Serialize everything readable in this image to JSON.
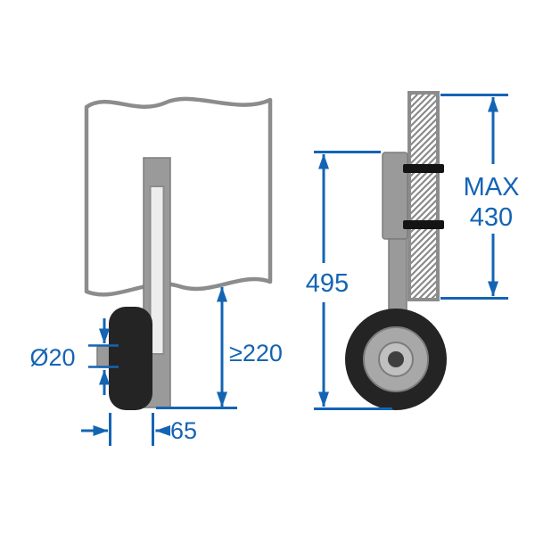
{
  "colors": {
    "dim": "#1464b4",
    "outline": "#8c8c8c",
    "metal": "#9a9a9a",
    "metal-edge": "#7c7c7c",
    "slot": "#ededed",
    "dark": "#242424",
    "bolt": "#141414",
    "rim": "#a8a8a8",
    "rim-inner": "#c0c0c0",
    "hub": "#3f3f3f",
    "hatch": "#8a8a8a",
    "bg": "#ffffff"
  },
  "front_view": {
    "diameter_label": "Ø20",
    "clearance_label": "≥220",
    "width_label": "65"
  },
  "side_view": {
    "height_label": "495",
    "max_label_line1": "MAX",
    "max_label_line2": "430"
  }
}
